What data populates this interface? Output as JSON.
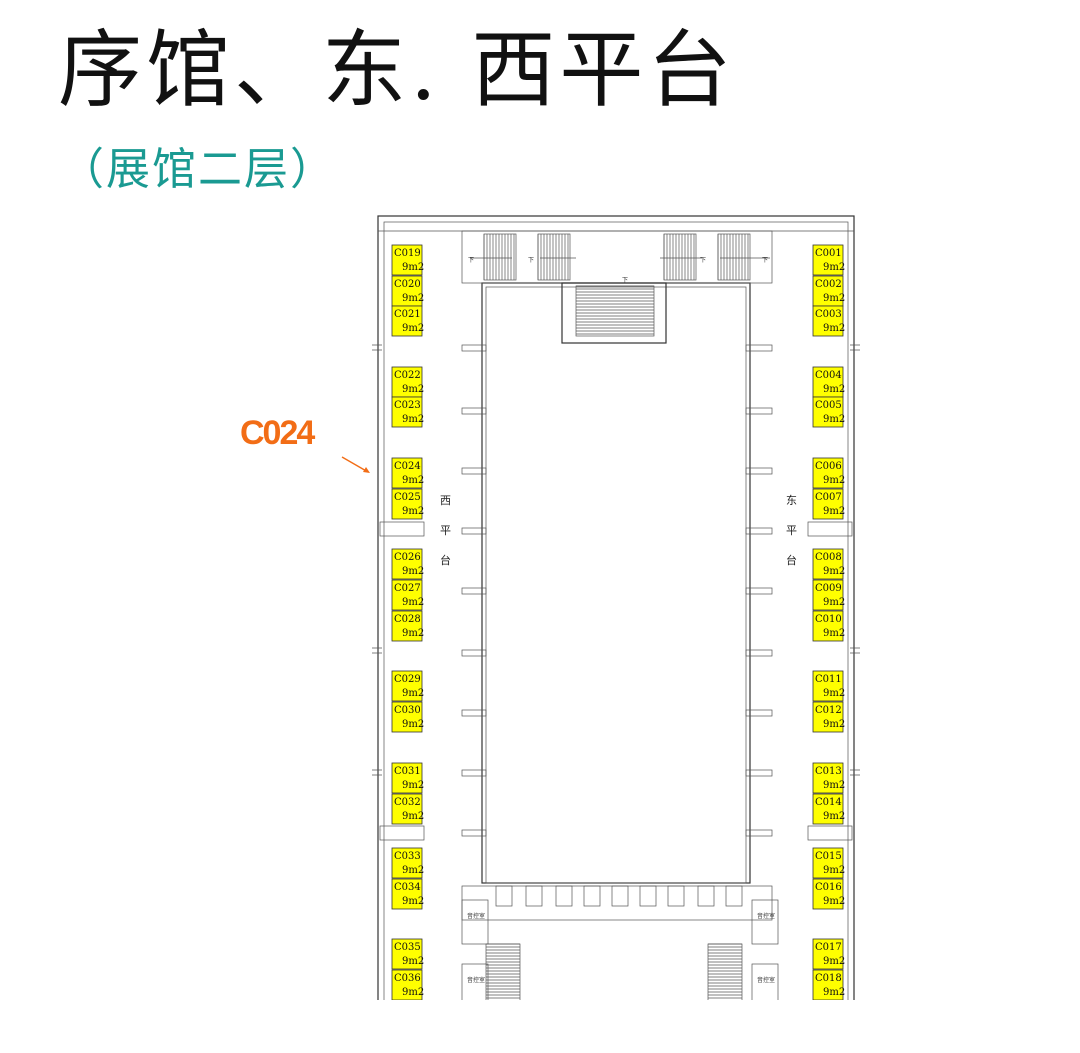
{
  "title": "序馆、东. 西平台",
  "subtitle": "（展馆二层）",
  "annotation": {
    "label": "C024",
    "color": "#f26d16"
  },
  "platform_labels": {
    "west": [
      "西",
      "平",
      "台"
    ],
    "east": [
      "东",
      "平",
      "台"
    ]
  },
  "stair_mark": "下",
  "room_label": "音控室",
  "booth_size": "9m2",
  "booths": {
    "east": [
      "C001",
      "C002",
      "C003",
      "C004",
      "C005",
      "C006",
      "C007",
      "C008",
      "C009",
      "C010",
      "C011",
      "C012",
      "C013",
      "C014",
      "C015",
      "C016",
      "C017",
      "C018"
    ],
    "west": [
      "C019",
      "C020",
      "C021",
      "C022",
      "C023",
      "C024",
      "C025",
      "C026",
      "C027",
      "C028",
      "C029",
      "C030",
      "C031",
      "C032",
      "C033",
      "C034",
      "C035",
      "C036"
    ]
  },
  "colors": {
    "booth_fill": "#ffff00",
    "title": "#111111",
    "subtitle": "#1a9a92"
  }
}
